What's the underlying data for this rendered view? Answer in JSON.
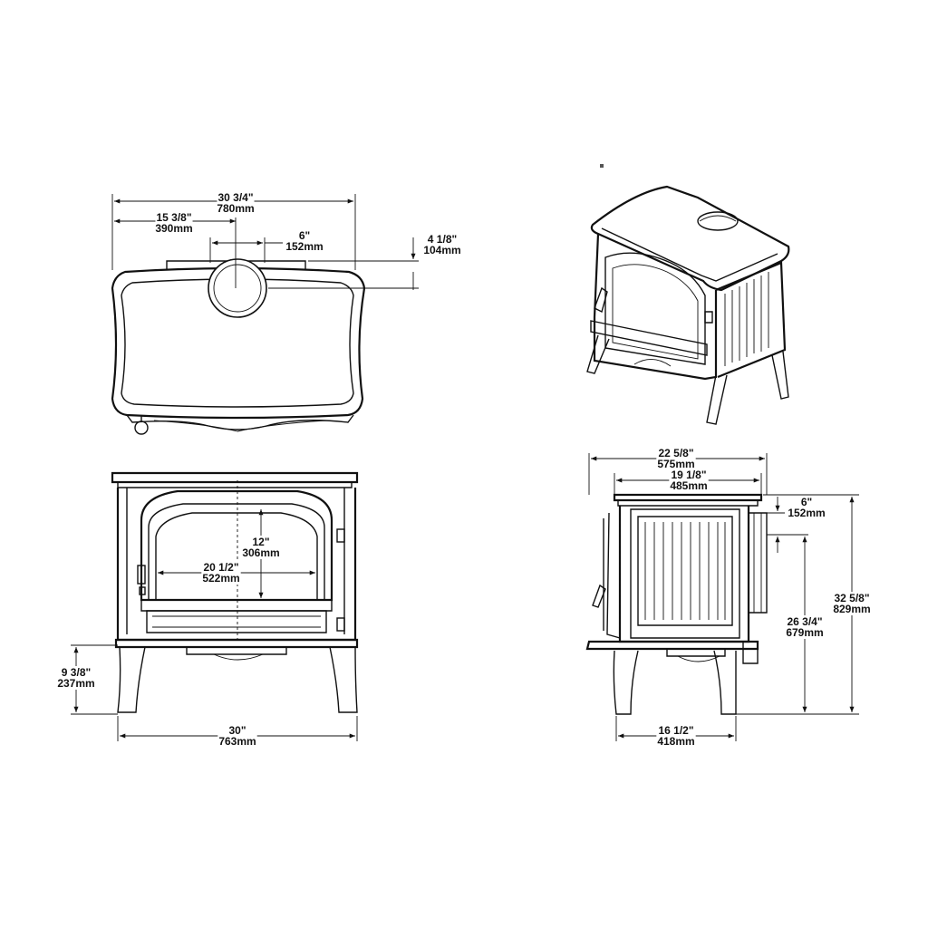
{
  "top_view": {
    "overall_width": {
      "in": "30 3/4\"",
      "mm": "780mm"
    },
    "flue_offset": {
      "in": "15 3/8\"",
      "mm": "390mm"
    },
    "flue_diameter": {
      "in": "6\"",
      "mm": "152mm"
    },
    "flue_setback": {
      "in": "4 1/8\"",
      "mm": "104mm"
    }
  },
  "front_view": {
    "door_height": {
      "in": "12\"",
      "mm": "306mm"
    },
    "door_width": {
      "in": "20 1/2\"",
      "mm": "522mm"
    },
    "leg_height": {
      "in": "9 3/8\"",
      "mm": "237mm"
    },
    "leg_span": {
      "in": "30\"",
      "mm": "763mm"
    }
  },
  "side_view": {
    "overall_depth": {
      "in": "22 5/8\"",
      "mm": "575mm"
    },
    "body_depth": {
      "in": "19 1/8\"",
      "mm": "485mm"
    },
    "flue_diameter": {
      "in": "6\"",
      "mm": "152mm"
    },
    "flue_height": {
      "in": "26 3/4\"",
      "mm": "679mm"
    },
    "overall_height": {
      "in": "32 5/8\"",
      "mm": "829mm"
    },
    "leg_depth": {
      "in": "16 1/2\"",
      "mm": "418mm"
    }
  }
}
